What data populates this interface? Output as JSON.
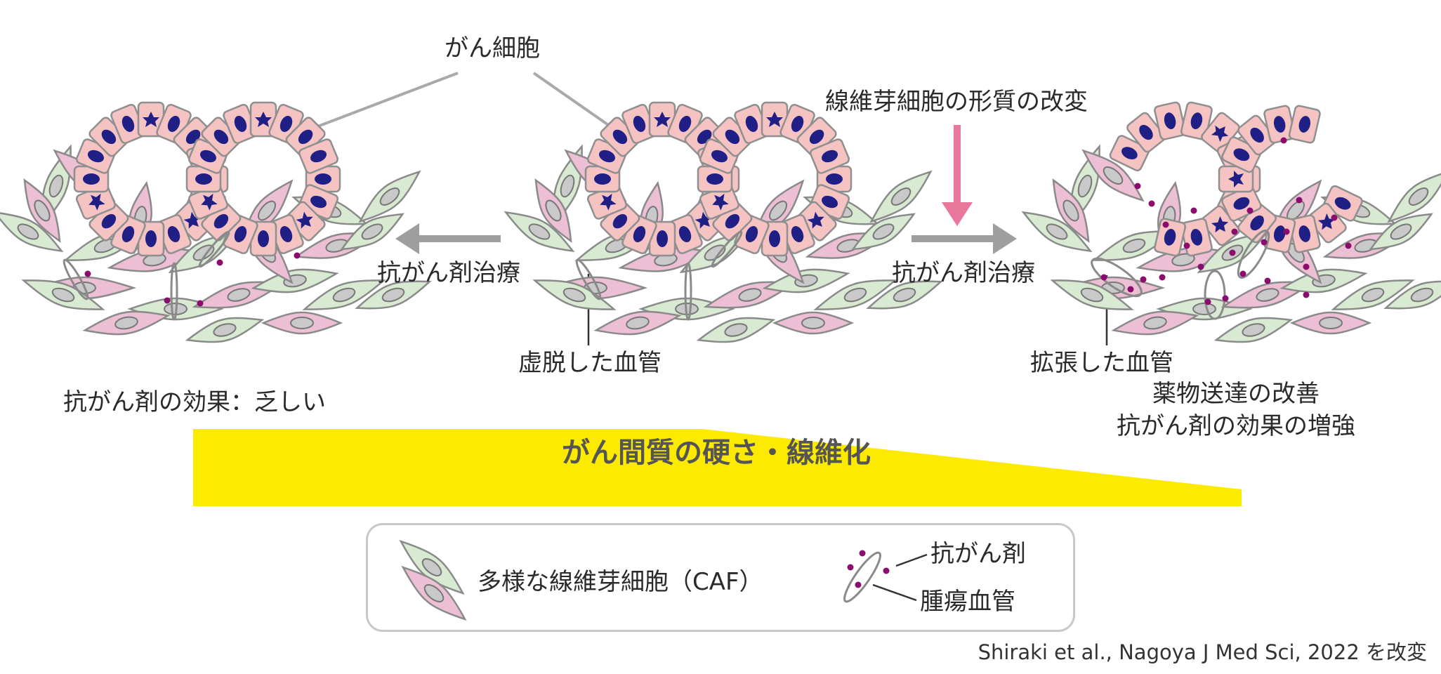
{
  "labels": {
    "cancer_cells": "がん細胞",
    "fibroblast_modification": "線維芽細胞の形質の改変",
    "chemo_left": "抗がん剤治療",
    "chemo_right": "抗がん剤治療",
    "collapsed_vessel": "虚脱した血管",
    "dilated_vessel": "拡張した血管",
    "effect_poor": "抗がん剤の効果：乏しい",
    "improved_delivery": "薬物送達の改善",
    "enhanced_effect": "抗がん剤の効果の増強"
  },
  "banner": {
    "text": "がん間質の硬さ・線維化",
    "color": "#fcea00"
  },
  "legend": {
    "caf": "多様な線維芽細胞（CAF）",
    "drug": "抗がん剤",
    "vessel": "腫瘍血管"
  },
  "credit": "Shiraki et al., Nagoya J Med Sci, 2022 を改変",
  "colors": {
    "arrow_gray": "#9e9e9e",
    "arrow_pink": "#e9779b",
    "tumor_cell": "#f6c3c3",
    "nucleus": "#1f1f86",
    "caf_green": "#d9ead2",
    "caf_pink": "#ecbfd4",
    "drug_dot": "#8a0d6e"
  }
}
